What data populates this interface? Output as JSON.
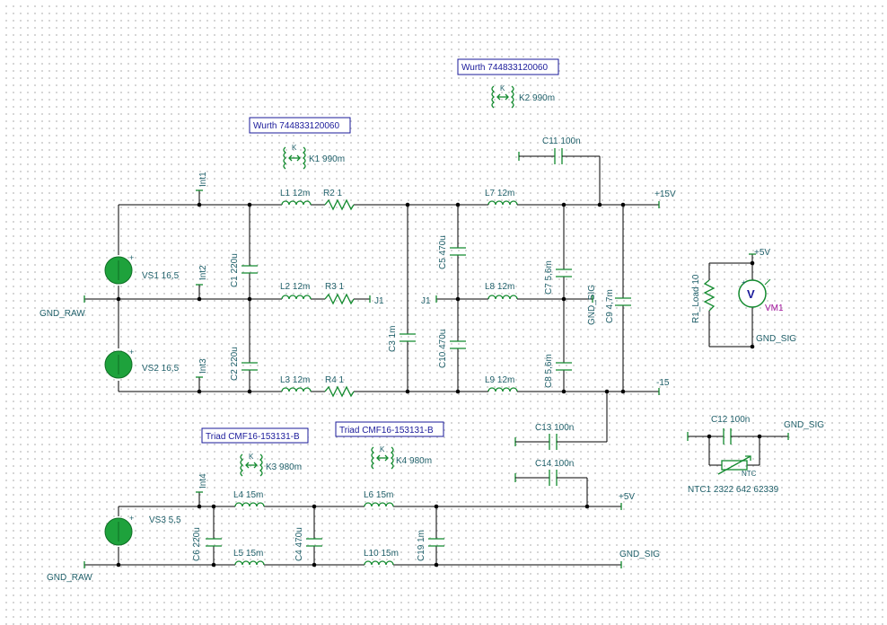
{
  "components": {
    "vs1": "VS1 16,5",
    "vs2": "VS2 16,5",
    "vs3": "VS3 5,5",
    "l1": "L1 12m",
    "l2": "L2 12m",
    "l3": "L3 12m",
    "l4": "L4 15m",
    "l5": "L5 15m",
    "l6": "L6 15m",
    "l7": "L7 12m",
    "l8": "L8 12m",
    "l9": "L9 12m",
    "l10": "L10 15m",
    "r2": "R2 1",
    "r3": "R3 1",
    "r4": "R4 1",
    "r1": "R1_Load 10",
    "c1": "C1 220u",
    "c2": "C2 220u",
    "c3": "C3 1m",
    "c4": "C4 470u",
    "c5": "C5 470u",
    "c6": "C6 220u",
    "c7": "C7 5,6m",
    "c8": "C8 5,6m",
    "c9": "C9 4,7m",
    "c10": "C10 470u",
    "c11": "C11 100n",
    "c12": "C12 100n",
    "c13": "C13 100n",
    "c14": "C14 100n",
    "c19": "C19 1m",
    "k1": "K1 990m",
    "k2": "K2 990m",
    "k3": "K3 980m",
    "k4": "K4 980m",
    "vm1": "VM1",
    "ntc1": "NTC1 2322 642 62339",
    "ntc_tag": "NTC"
  },
  "boxes": {
    "wurth1": "Wurth 744833120060",
    "wurth2": "Wurth 744833120060",
    "triad1": "Triad CMF16-153131-B",
    "triad2": "Triad CMF16-153131-B"
  },
  "nets": {
    "int1": "Int1",
    "int2": "Int2",
    "int3": "Int3",
    "int4": "Int4",
    "j1_right": "J1",
    "j1_left": "J1",
    "gnd_raw_top": "GND_RAW",
    "gnd_raw_bottom": "GND_RAW",
    "gnd_sig_mid": "GND_SIG",
    "gnd_sig_vm": "GND_SIG",
    "gnd_sig_c12": "GND_SIG",
    "gnd_sig_bottom": "GND_SIG",
    "plus15": "+15V",
    "minus15": "-15",
    "plus5_bottom": "+5V",
    "plus5_vm": "+5V"
  },
  "symbols": {
    "coupling_k": "K",
    "plus": "+",
    "voltmeter": "V"
  },
  "colors": {
    "wire": "#000000",
    "component": "#128a2e",
    "label": "#20606a",
    "annotation_box": "#1a1a9a",
    "voltmeter_label": "#a0129a"
  }
}
